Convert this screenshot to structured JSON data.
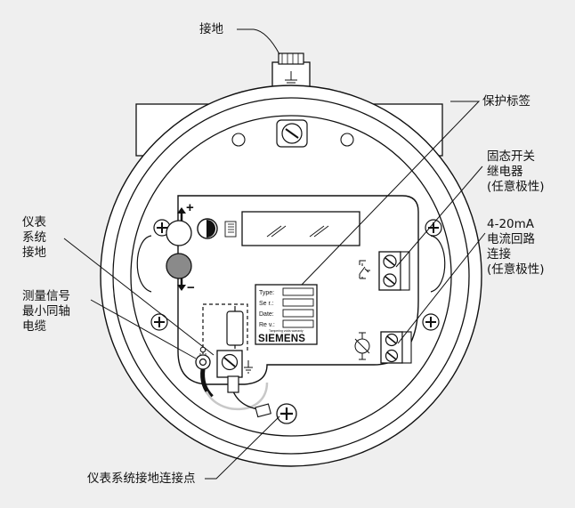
{
  "labels": {
    "ground": "接地",
    "protective_label": "保护标签",
    "solid_state_relay": [
      "固态开关",
      "继电器",
      "(任意极性)"
    ],
    "loop_connection": [
      "4-20mA",
      "电流回路",
      "连接",
      "(任意极性)"
    ],
    "instrument_ground": [
      "仪表",
      "系统",
      "接地"
    ],
    "coax_cable": [
      "测量信号",
      "最小同轴",
      "电缆"
    ],
    "system_ground_point": "仪表系统接地连接点"
  },
  "nameplate": {
    "fields": [
      "Type:",
      "Se r.:",
      "Date:",
      "Re v.:"
    ],
    "warning": "Tampering voids warranty",
    "brand": "SIEMENS"
  },
  "polarity": {
    "plus": "+",
    "minus": "−"
  }
}
